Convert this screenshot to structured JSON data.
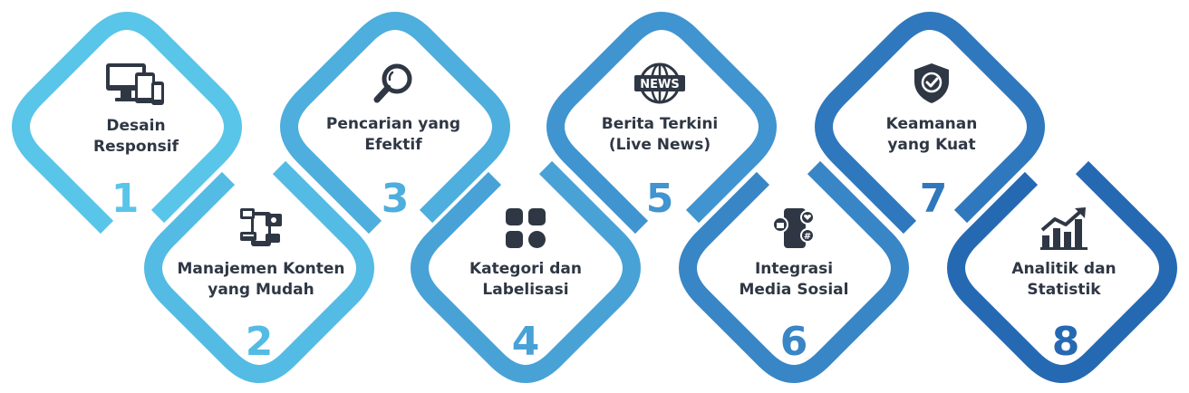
{
  "steps": [
    {
      "label": "Desain\nResponsif",
      "number": "1",
      "color": "#59c5e8",
      "icon": "devices-icon"
    },
    {
      "label": "Manajemen Konten\nyang Mudah",
      "number": "2",
      "color": "#54bbe4",
      "icon": "content-management-icon"
    },
    {
      "label": "Pencarian yang\nEfektif",
      "number": "3",
      "color": "#4eaedd",
      "icon": "search-icon"
    },
    {
      "label": "Kategori dan\nLabelisasi",
      "number": "4",
      "color": "#48a2d6",
      "icon": "categories-icon"
    },
    {
      "label": "Berita Terkini\n(Live News)",
      "number": "5",
      "color": "#4094cf",
      "icon": "news-icon"
    },
    {
      "label": "Integrasi\nMedia Sosial",
      "number": "6",
      "color": "#3886c6",
      "icon": "social-media-icon"
    },
    {
      "label": "Keamanan\nyang Kuat",
      "number": "7",
      "color": "#2f78bd",
      "icon": "shield-icon"
    },
    {
      "label": "Analitik dan\nStatistik",
      "number": "8",
      "color": "#2669b3",
      "icon": "analytics-icon"
    }
  ],
  "icon_color": "#2f3744"
}
